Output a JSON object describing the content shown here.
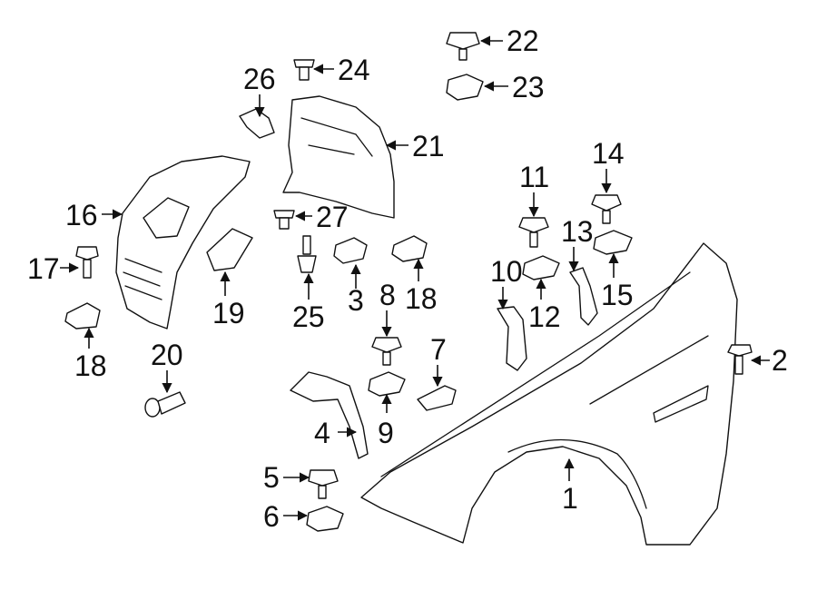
{
  "diagram": {
    "callouts": [
      "1",
      "2",
      "3",
      "4",
      "5",
      "6",
      "7",
      "8",
      "9",
      "10",
      "11",
      "12",
      "13",
      "14",
      "15",
      "16",
      "17",
      "18",
      "18",
      "19",
      "20",
      "21",
      "22",
      "23",
      "24",
      "25",
      "26",
      "27"
    ]
  }
}
